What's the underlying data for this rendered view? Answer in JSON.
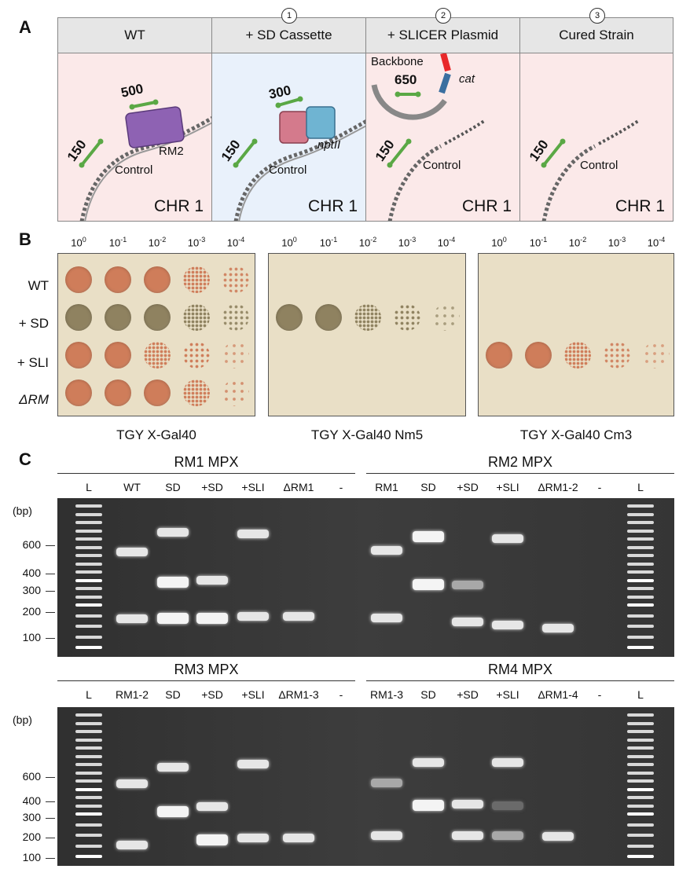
{
  "panel_labels": {
    "a": "A",
    "b": "B",
    "c": "C"
  },
  "panel_a": {
    "stages": [
      {
        "header": "WT",
        "step": "",
        "fragment_size": "500",
        "gene": "RM2",
        "control_size": "150",
        "control_label": "Control",
        "chr": "CHR 1",
        "bg": "#fbe9e9"
      },
      {
        "header": "+ SD Cassette",
        "step": "1",
        "fragment_size": "300",
        "gene": "nptII",
        "control_size": "150",
        "control_label": "Control",
        "chr": "CHR 1",
        "bg": "#e9f1fb"
      },
      {
        "header": "+ SLICER Plasmid",
        "step": "2",
        "fragment_size": "650",
        "gene": "cat",
        "backbone_label": "Backbone",
        "control_size": "150",
        "control_label": "Control",
        "chr": "CHR 1",
        "bg": "#fbe9e9"
      },
      {
        "header": "Cured Strain",
        "step": "3",
        "fragment_size": "",
        "gene": "",
        "control_size": "150",
        "control_label": "Control",
        "chr": "CHR 1",
        "bg": "#fbe9e9"
      }
    ],
    "colors": {
      "marker": "#5aa845",
      "rm2": "#8e62b3",
      "nptii_left": "#d47a8c",
      "nptii_right": "#6fb4d2",
      "cat": "#3a6fa0",
      "slicer_red": "#e8282a",
      "dna": "#555555",
      "backbone": "#888888"
    }
  },
  "panel_b": {
    "dilution_base": "10",
    "dilution_exponents": [
      "0",
      "-1",
      "-2",
      "-3",
      "-4"
    ],
    "row_labels": [
      "WT",
      "+ SD",
      "+ SLI",
      "ΔRM"
    ],
    "plates": [
      {
        "caption": "TGY X-Gal40",
        "growth": [
          [
            1,
            1,
            1,
            0.6,
            0.4
          ],
          [
            1,
            1,
            1,
            0.6,
            0.4
          ],
          [
            1,
            1,
            0.7,
            0.5,
            0.2
          ],
          [
            1,
            1,
            1,
            0.6,
            0.3
          ]
        ],
        "colors": [
          "#cf7d5a",
          "#8f8260",
          "#cf7d5a",
          "#cf7d5a"
        ]
      },
      {
        "caption": "TGY X-Gal40 Nm5",
        "growth": [
          [
            0,
            0,
            0,
            0,
            0
          ],
          [
            1,
            1,
            0.8,
            0.5,
            0.2
          ],
          [
            0,
            0,
            0,
            0,
            0
          ],
          [
            0,
            0,
            0,
            0,
            0
          ]
        ],
        "colors": [
          "#cf7d5a",
          "#8f8260",
          "#cf7d5a",
          "#cf7d5a"
        ]
      },
      {
        "caption": "TGY X-Gal40 Cm3",
        "growth": [
          [
            0,
            0,
            0,
            0,
            0
          ],
          [
            0,
            0,
            0,
            0,
            0
          ],
          [
            1,
            1,
            0.7,
            0.4,
            0.15
          ],
          [
            0,
            0,
            0,
            0,
            0
          ]
        ],
        "colors": [
          "#cf7d5a",
          "#8f8260",
          "#cf7d5a",
          "#cf7d5a"
        ]
      }
    ]
  },
  "panel_c": {
    "bp_unit": "(bp)",
    "bp_ticks": [
      "600",
      "400",
      "300",
      "200",
      "100"
    ],
    "gels": [
      {
        "groups": [
          {
            "title": "RM1 MPX",
            "lanes": [
              "L",
              "WT",
              "SD",
              "+SD",
              "+SLI",
              "ΔRM1",
              "-"
            ]
          },
          {
            "title": "RM2 MPX",
            "lanes": [
              "RM1",
              "SD",
              "+SD",
              "+SLI",
              "ΔRM1-2",
              "-",
              "L"
            ]
          }
        ]
      },
      {
        "groups": [
          {
            "title": "RM3 MPX",
            "lanes": [
              "L",
              "RM1-2",
              "SD",
              "+SD",
              "+SLI",
              "ΔRM1-3",
              "-"
            ]
          },
          {
            "title": "RM4 MPX",
            "lanes": [
              "RM1-3",
              "SD",
              "+SD",
              "+SLI",
              "ΔRM1-4",
              "-",
              "L"
            ]
          }
        ]
      }
    ]
  }
}
